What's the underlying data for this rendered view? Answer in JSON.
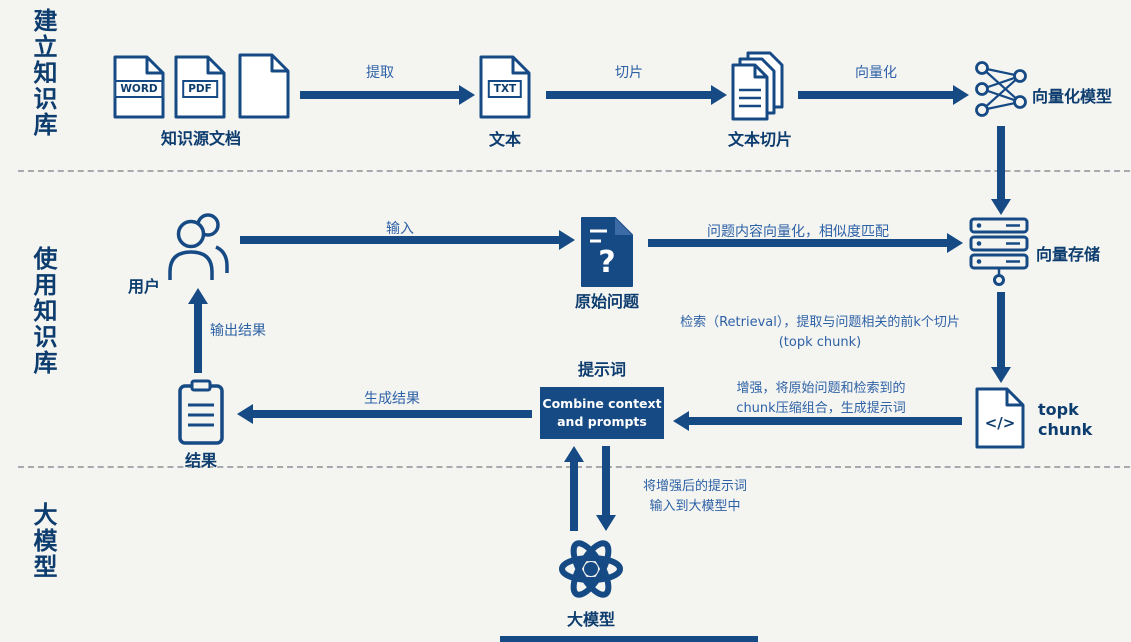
{
  "colors": {
    "navy": "#164a84",
    "text_dark": "#0d3c6e",
    "text_blue": "#2e62a6",
    "background": "#f4f4f1"
  },
  "sections": {
    "build": "建立知识库",
    "use": "使用知识库",
    "model": "大模型"
  },
  "build": {
    "word_badge": "WORD",
    "pdf_badge": "PDF",
    "source_docs_label": "知识源文档",
    "extract_arrow_label": "提取",
    "txt_badge": "TXT",
    "text_label": "文本",
    "slice_arrow_label": "切片",
    "chunks_label": "文本切片",
    "vectorize_arrow_label": "向量化",
    "vector_model_label": "向量化模型"
  },
  "use": {
    "user_label": "用户",
    "input_arrow_label": "输入",
    "question_label": "原始问题",
    "question_mark": "?",
    "match_arrow_label": "问题内容向量化，相似度匹配",
    "storage_label": "向量存储",
    "retrieval_note": "检索（Retrieval），提取与问题相关的前k个切片\n(topk chunk)",
    "code_glyph": "</>",
    "topk_label": "topk\nchunk",
    "augment_note": "增强，将原始问题和检索到的\nchunk压缩组合，生成提示词",
    "prompt_label": "提示词",
    "combine_box_label": "Combine context\nand prompts",
    "generate_arrow_label": "生成结果",
    "result_label": "结果",
    "output_arrow_label": "输出结果"
  },
  "model": {
    "feed_note": "将增强后的提示词\n输入到大模型中",
    "llm_label": "大模型"
  }
}
